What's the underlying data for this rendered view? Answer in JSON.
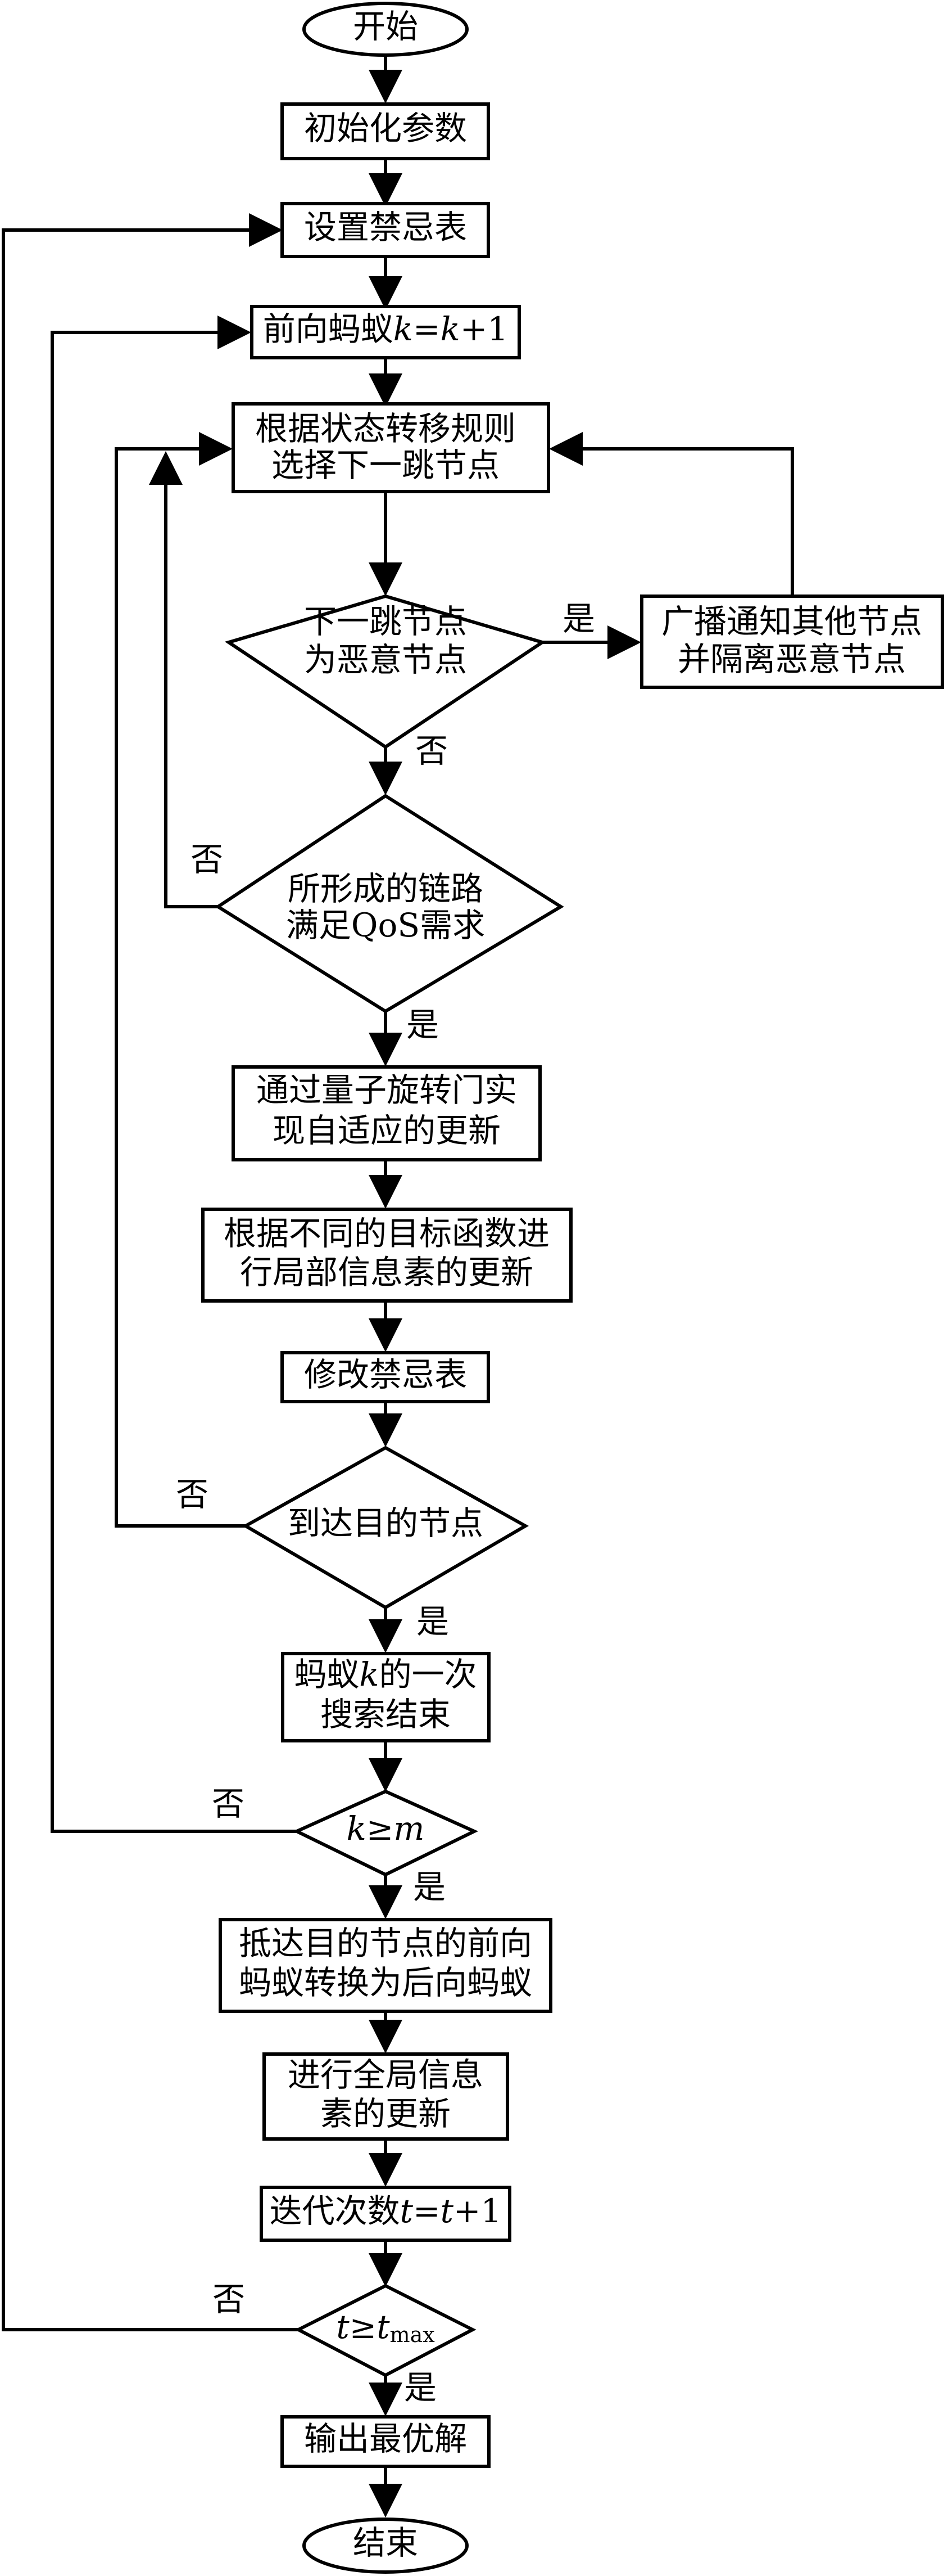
{
  "flowchart": {
    "start": "开始",
    "init_params": "初始化参数",
    "set_tabu": "设置禁忌表",
    "forward_ant": {
      "prefix": "前向蚂蚁",
      "var_k": "k",
      "eq": "=",
      "var_k2": "k",
      "plus_one": "+1"
    },
    "select_next": {
      "line1": "根据状态转移规则",
      "line2": "选择下一跳节点"
    },
    "is_malicious": {
      "line1": "下一跳节点",
      "line2": "为恶意节点"
    },
    "broadcast": {
      "line1": "广播通知其他节点",
      "line2": "并隔离恶意节点"
    },
    "qos_check": {
      "line1": "所形成的链路",
      "line2": "满足QoS需求"
    },
    "quantum_update": {
      "line1": "通过量子旋转门实",
      "line2": "现自适应的更新"
    },
    "local_update": {
      "line1": "根据不同的目标函数进",
      "line2": "行局部信息素的更新"
    },
    "modify_tabu": "修改禁忌表",
    "reach_dest": "到达目的节点",
    "ant_search_end": {
      "line1_prefix": "蚂蚁",
      "line1_var": "k",
      "line1_suffix": "的一次",
      "line2": "搜索结束"
    },
    "k_ge_m": {
      "var_k": "k",
      "op": "≥",
      "var_m": "m"
    },
    "convert_ant": {
      "line1": "抵达目的节点的前向",
      "line2": "蚂蚁转换为后向蚂蚁"
    },
    "global_update": {
      "line1": "进行全局信息",
      "line2": "素的更新"
    },
    "iteration": {
      "prefix": "迭代次数",
      "var_t": "t",
      "eq": "=",
      "var_t2": "t",
      "plus_one": "+1"
    },
    "t_ge_tmax": {
      "var_t": "t",
      "op": "≥",
      "var_tmax": "t",
      "sub": "max"
    },
    "output": "输出最优解",
    "end": "结束",
    "yes": "是",
    "no": "否"
  }
}
